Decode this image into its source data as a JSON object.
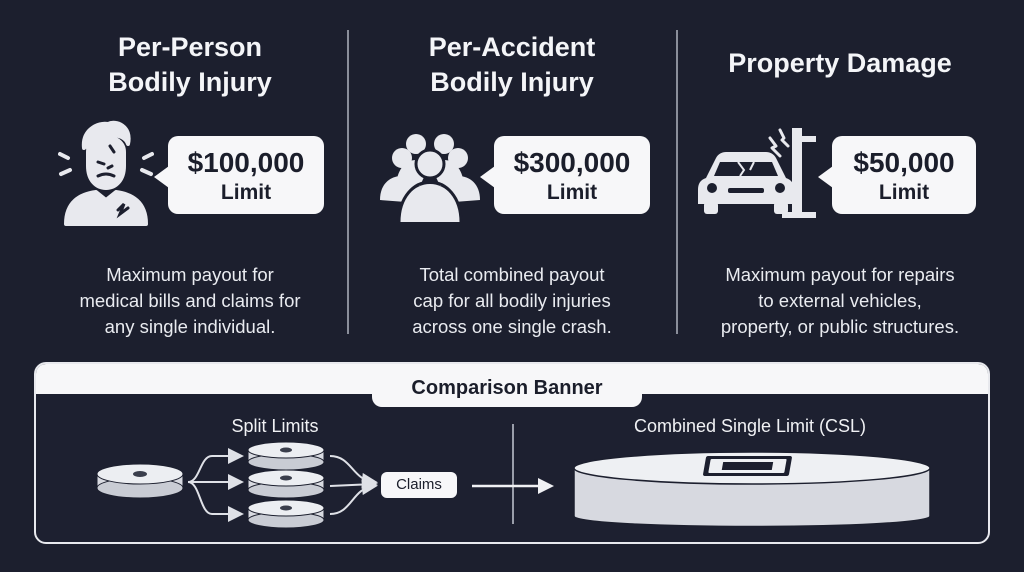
{
  "columns": [
    {
      "title_line1": "Per-Person",
      "title_line2": "Bodily Injury",
      "amount": "$100,000",
      "limit": "Limit",
      "desc_lines": [
        "Maximum payout for",
        "medical bills and claims for",
        "any single individual."
      ],
      "icon": "injured-person-icon"
    },
    {
      "title_line1": "Per-Accident",
      "title_line2": "Bodily Injury",
      "amount": "$300,000",
      "limit": "Limit",
      "desc_lines": [
        "Total combined payout",
        "cap for all bodily injuries",
        "across one single crash."
      ],
      "icon": "group-people-icon"
    },
    {
      "title_line1": "Property Damage",
      "title_line2": "",
      "amount": "$50,000",
      "limit": "Limit",
      "desc_lines": [
        "Maximum payout for repairs",
        "to external vehicles,",
        "property, or public structures."
      ],
      "icon": "crashed-car-icon"
    }
  ],
  "banner": {
    "label": "Comparison Banner",
    "split_title": "Split Limits",
    "claims_label": "Claims",
    "csl_title": "Combined Single Limit (CSL)"
  },
  "colors": {
    "background": "#1c1f2e",
    "panel": "#f7f7f9",
    "text_dark": "#1b1e2b",
    "text_light": "#f2f3f6"
  }
}
